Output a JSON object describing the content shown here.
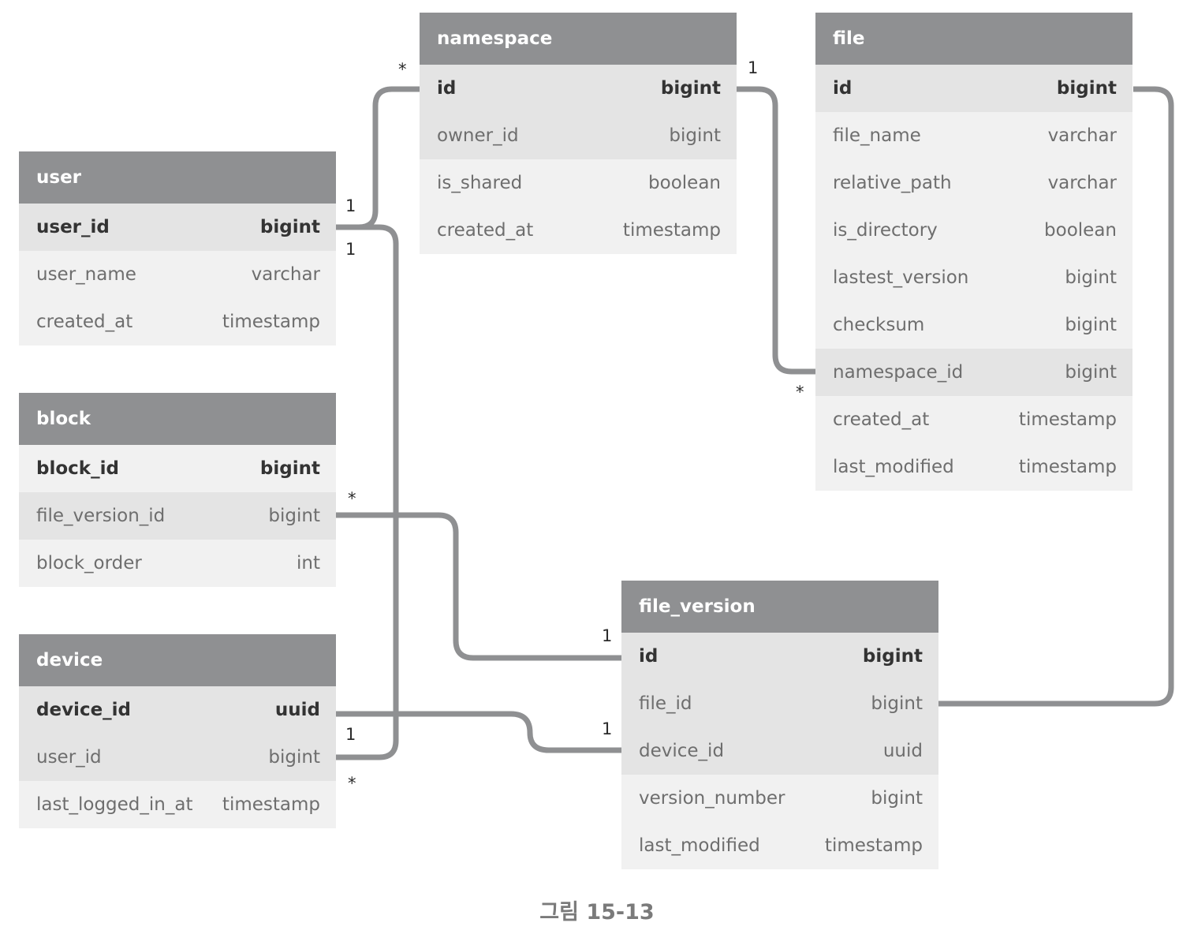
{
  "entities": {
    "user": {
      "title": "user",
      "columns": [
        {
          "name": "user_id",
          "type": "bigint"
        },
        {
          "name": "user_name",
          "type": "varchar"
        },
        {
          "name": "created_at",
          "type": "timestamp"
        }
      ]
    },
    "block": {
      "title": "block",
      "columns": [
        {
          "name": "block_id",
          "type": "bigint"
        },
        {
          "name": "file_version_id",
          "type": "bigint"
        },
        {
          "name": "block_order",
          "type": "int"
        }
      ]
    },
    "device": {
      "title": "device",
      "columns": [
        {
          "name": "device_id",
          "type": "uuid"
        },
        {
          "name": "user_id",
          "type": "bigint"
        },
        {
          "name": "last_logged_in_at",
          "type": "timestamp"
        }
      ]
    },
    "namespace": {
      "title": "namespace",
      "columns": [
        {
          "name": "id",
          "type": "bigint"
        },
        {
          "name": "owner_id",
          "type": "bigint"
        },
        {
          "name": "is_shared",
          "type": "boolean"
        },
        {
          "name": "created_at",
          "type": "timestamp"
        }
      ]
    },
    "file": {
      "title": "file",
      "columns": [
        {
          "name": "id",
          "type": "bigint"
        },
        {
          "name": "file_name",
          "type": "varchar"
        },
        {
          "name": "relative_path",
          "type": "varchar"
        },
        {
          "name": "is_directory",
          "type": "boolean"
        },
        {
          "name": "lastest_version",
          "type": "bigint"
        },
        {
          "name": "checksum",
          "type": "bigint"
        },
        {
          "name": "namespace_id",
          "type": "bigint"
        },
        {
          "name": "created_at",
          "type": "timestamp"
        },
        {
          "name": "last_modified",
          "type": "timestamp"
        }
      ]
    },
    "file_version": {
      "title": "file_version",
      "columns": [
        {
          "name": "id",
          "type": "bigint"
        },
        {
          "name": "file_id",
          "type": "bigint"
        },
        {
          "name": "device_id",
          "type": "uuid"
        },
        {
          "name": "version_number",
          "type": "bigint"
        },
        {
          "name": "last_modified",
          "type": "timestamp"
        }
      ]
    }
  },
  "cardinalities": {
    "user_namespace_one": "1",
    "user_namespace_many": "*",
    "user_device_one": "1",
    "device_user_many": "*",
    "namespace_file_one": "1",
    "file_namespace_many": "*",
    "block_version_many": "*",
    "version_block_one": "1",
    "device_version_one": "1",
    "version_device_one": "1"
  },
  "caption": "그림 15-13",
  "colors": {
    "header": "#8f9092",
    "key_row": "#e4e4e4",
    "row": "#f1f1f1",
    "connector": "#8f9092"
  }
}
